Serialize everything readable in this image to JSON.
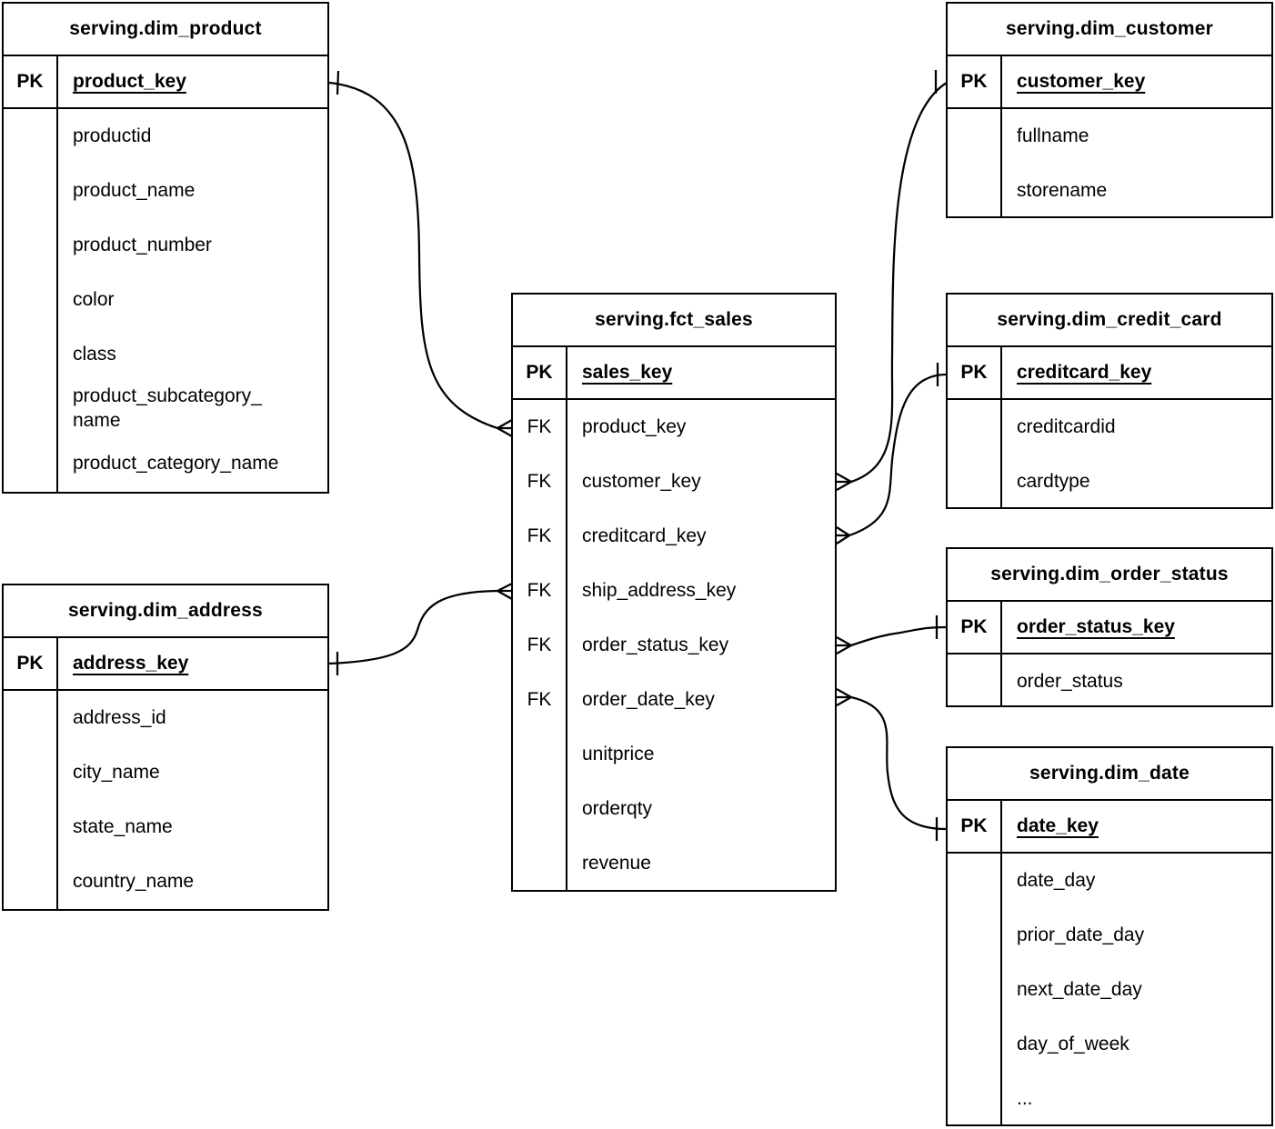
{
  "tables": [
    {
      "id": "dim_product",
      "title": "serving.dim_product",
      "pk_badge": "PK",
      "pk_field": "product_key",
      "fields": [
        {
          "badge": "",
          "name": "productid"
        },
        {
          "badge": "",
          "name": "product_name"
        },
        {
          "badge": "",
          "name": "product_number"
        },
        {
          "badge": "",
          "name": "color"
        },
        {
          "badge": "",
          "name": "class"
        },
        {
          "badge": "",
          "name": "product_subcategory_\nname"
        },
        {
          "badge": "",
          "name": "product_category_name"
        }
      ]
    },
    {
      "id": "dim_customer",
      "title": "serving.dim_customer",
      "pk_badge": "PK",
      "pk_field": "customer_key",
      "fields": [
        {
          "badge": "",
          "name": "fullname"
        },
        {
          "badge": "",
          "name": "storename"
        }
      ]
    },
    {
      "id": "fct_sales",
      "title": "serving.fct_sales",
      "pk_badge": "PK",
      "pk_field": "sales_key",
      "fields": [
        {
          "badge": "FK",
          "name": "product_key"
        },
        {
          "badge": "FK",
          "name": "customer_key"
        },
        {
          "badge": "FK",
          "name": "creditcard_key"
        },
        {
          "badge": "FK",
          "name": "ship_address_key"
        },
        {
          "badge": "FK",
          "name": "order_status_key"
        },
        {
          "badge": "FK",
          "name": "order_date_key"
        },
        {
          "badge": "",
          "name": "unitprice"
        },
        {
          "badge": "",
          "name": "orderqty"
        },
        {
          "badge": "",
          "name": "revenue"
        }
      ]
    },
    {
      "id": "dim_credit_card",
      "title": "serving.dim_credit_card",
      "pk_badge": "PK",
      "pk_field": "creditcard_key",
      "fields": [
        {
          "badge": "",
          "name": "creditcardid"
        },
        {
          "badge": "",
          "name": "cardtype"
        }
      ]
    },
    {
      "id": "dim_order_status",
      "title": "serving.dim_order_status",
      "pk_badge": "PK",
      "pk_field": "order_status_key",
      "fields": [
        {
          "badge": "",
          "name": "order_status"
        }
      ]
    },
    {
      "id": "dim_date",
      "title": "serving.dim_date",
      "pk_badge": "PK",
      "pk_field": "date_key",
      "fields": [
        {
          "badge": "",
          "name": "date_day"
        },
        {
          "badge": "",
          "name": "prior_date_day"
        },
        {
          "badge": "",
          "name": "next_date_day"
        },
        {
          "badge": "",
          "name": "day_of_week"
        },
        {
          "badge": "",
          "name": "..."
        }
      ]
    },
    {
      "id": "dim_address",
      "title": "serving.dim_address",
      "pk_badge": "PK",
      "pk_field": "address_key",
      "fields": [
        {
          "badge": "",
          "name": "address_id"
        },
        {
          "badge": "",
          "name": "city_name"
        },
        {
          "badge": "",
          "name": "state_name"
        },
        {
          "badge": "",
          "name": "country_name"
        }
      ]
    }
  ],
  "relationships": [
    {
      "one_table": "serving.dim_product",
      "one_field": "product_key",
      "many_table": "serving.fct_sales",
      "many_field": "product_key",
      "cardinality": "one-to-many"
    },
    {
      "one_table": "serving.dim_customer",
      "one_field": "customer_key",
      "many_table": "serving.fct_sales",
      "many_field": "customer_key",
      "cardinality": "one-to-many"
    },
    {
      "one_table": "serving.dim_credit_card",
      "one_field": "creditcard_key",
      "many_table": "serving.fct_sales",
      "many_field": "creditcard_key",
      "cardinality": "one-to-many"
    },
    {
      "one_table": "serving.dim_address",
      "one_field": "address_key",
      "many_table": "serving.fct_sales",
      "many_field": "ship_address_key",
      "cardinality": "one-to-many"
    },
    {
      "one_table": "serving.dim_order_status",
      "one_field": "order_status_key",
      "many_table": "serving.fct_sales",
      "many_field": "order_status_key",
      "cardinality": "one-to-many"
    },
    {
      "one_table": "serving.dim_date",
      "one_field": "date_key",
      "many_table": "serving.fct_sales",
      "many_field": "order_date_key",
      "cardinality": "one-to-many"
    }
  ],
  "colors": {
    "line": "#000000",
    "background": "#ffffff",
    "text": "#000000"
  }
}
